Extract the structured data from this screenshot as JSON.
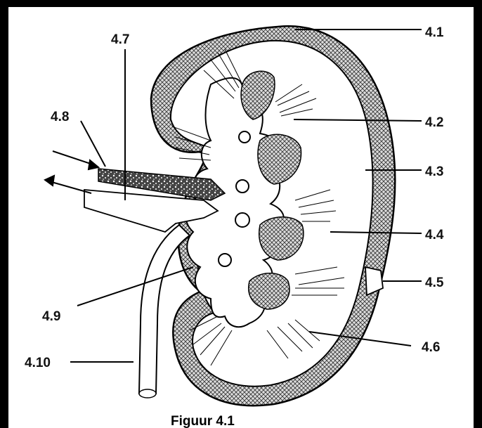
{
  "figure": {
    "caption": "Figuur 4.1",
    "labels": {
      "l_4_1": "4.1",
      "l_4_2": "4.2",
      "l_4_3": "4.3",
      "l_4_4": "4.4",
      "l_4_5": "4.5",
      "l_4_6": "4.6",
      "l_4_7": "4.7",
      "l_4_8": "4.8",
      "l_4_9": "4.9",
      "l_4_10": "4.10"
    }
  }
}
